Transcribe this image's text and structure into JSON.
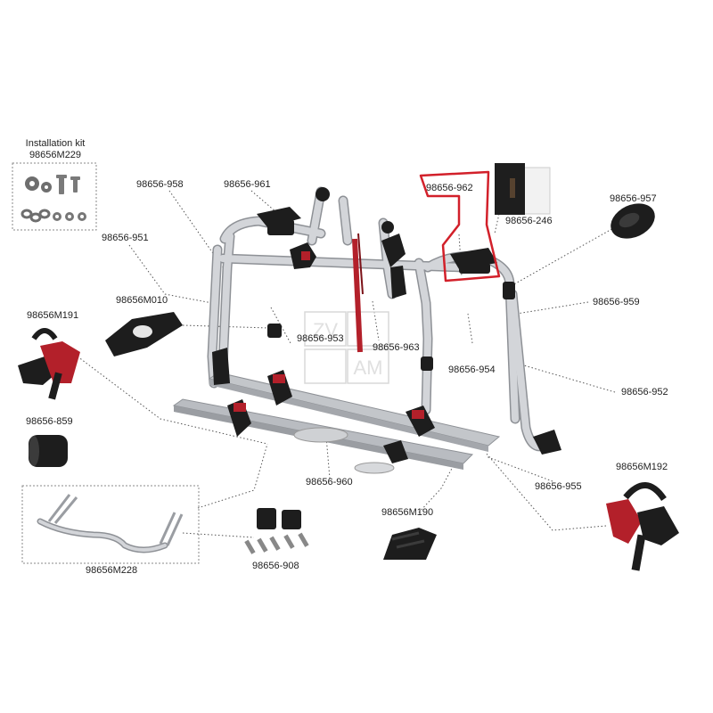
{
  "kit": {
    "title": "Installation kit",
    "code": "98656M229"
  },
  "labels": {
    "p958": "98656-958",
    "p961": "98656-961",
    "p962": "98656-962",
    "p246": "98656-246",
    "p957": "98656-957",
    "p951": "98656-951",
    "pM010": "98656M010",
    "pM191": "98656M191",
    "p953": "98656-953",
    "p963": "98656-963",
    "p954": "98656-954",
    "p959": "98656-959",
    "p952": "98656-952",
    "p859": "98656-859",
    "p960": "98656-960",
    "p955": "98656-955",
    "pM192": "98656M192",
    "pM190": "98656M190",
    "p908": "98656-908",
    "pM228": "98656M228"
  },
  "watermark": {
    "line1": "ZV",
    "line2": "AM"
  },
  "colors": {
    "frame": "#c8cace",
    "frame_edge": "#8e9196",
    "part_black": "#1d1d1d",
    "accent_red": "#b3202a",
    "highlight": "#d2202a",
    "leader": "#555555"
  },
  "icons": [
    "gear-icon",
    "screw-icon",
    "chain-icon",
    "nut-icon"
  ]
}
